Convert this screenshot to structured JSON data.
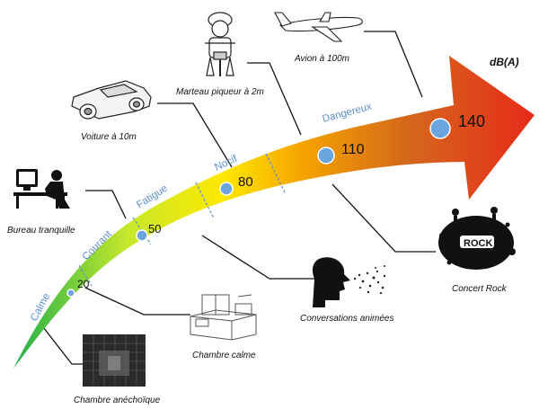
{
  "unit_label": "dB(A)",
  "zones": [
    {
      "label": "Calme"
    },
    {
      "label": "Courant"
    },
    {
      "label": "Fatigue"
    },
    {
      "label": "Nocif"
    },
    {
      "label": "Dangereux"
    }
  ],
  "levels": [
    {
      "value": "20"
    },
    {
      "value": "50"
    },
    {
      "value": "80"
    },
    {
      "value": "110"
    },
    {
      "value": "140"
    }
  ],
  "sources": [
    {
      "caption": "Chambre anéchoïque",
      "icon": "anechoic-room-icon"
    },
    {
      "caption": "Chambre calme",
      "icon": "bedroom-icon"
    },
    {
      "caption": "Bureau tranquille",
      "icon": "office-desk-icon"
    },
    {
      "caption": "Conversations animées",
      "icon": "talking-head-icon"
    },
    {
      "caption": "Voiture à 10m",
      "icon": "car-icon"
    },
    {
      "caption": "Marteau piqueur à 2m",
      "icon": "jackhammer-worker-icon"
    },
    {
      "caption": "Concert Rock",
      "icon": "rock-concert-icon"
    },
    {
      "caption": "Avion à 100m",
      "icon": "airplane-icon"
    }
  ],
  "colors": {
    "gradient": [
      "#22b14c",
      "#c8e82a",
      "#ffe800",
      "#f5a300",
      "#d4681c",
      "#e8281a"
    ],
    "marker": "#6aa5df",
    "zone_text": "#5b8fd0"
  }
}
